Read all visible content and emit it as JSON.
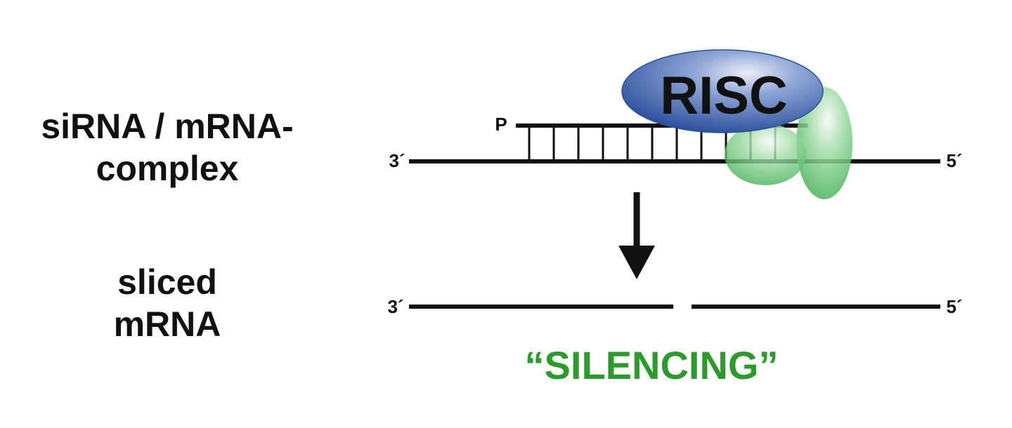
{
  "left_labels": {
    "complex_line1": "siRNA / mRNA-",
    "complex_line2": "complex",
    "sliced_line1": "sliced",
    "sliced_line2": "mRNA"
  },
  "strand_labels": {
    "phosphate": "P",
    "top_three_prime": "3´",
    "top_five_prime": "5´",
    "bottom_three_prime": "3´",
    "bottom_five_prime": "5´"
  },
  "complex_name": "RISC",
  "outcome": "“SILENCING”",
  "colors": {
    "risc_blue": "#3a5da8",
    "risc_green": "#5cc06c",
    "silencing_green": "#2e9a2e",
    "line": "#111111"
  }
}
